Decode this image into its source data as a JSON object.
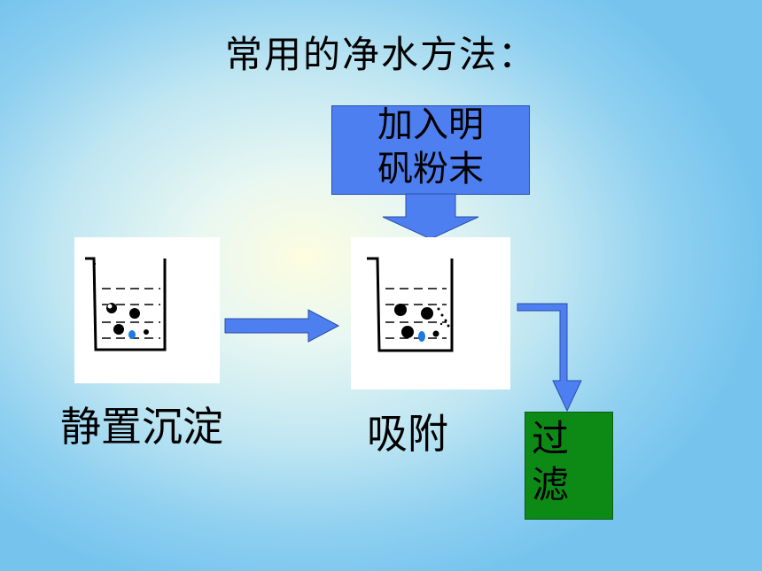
{
  "title": "常用的净水方法：",
  "alum_box": {
    "line1": "加入明",
    "line2": "矾粉末"
  },
  "stages": {
    "sedimentation": "静置沉淀",
    "adsorption": "吸附",
    "filtration": {
      "line1": "过",
      "line2": "滤"
    }
  },
  "colors": {
    "arrow_fill": "#4d7ff0",
    "filter_fill": "#0d8a16",
    "alum_fill": "#4d7ff0"
  }
}
